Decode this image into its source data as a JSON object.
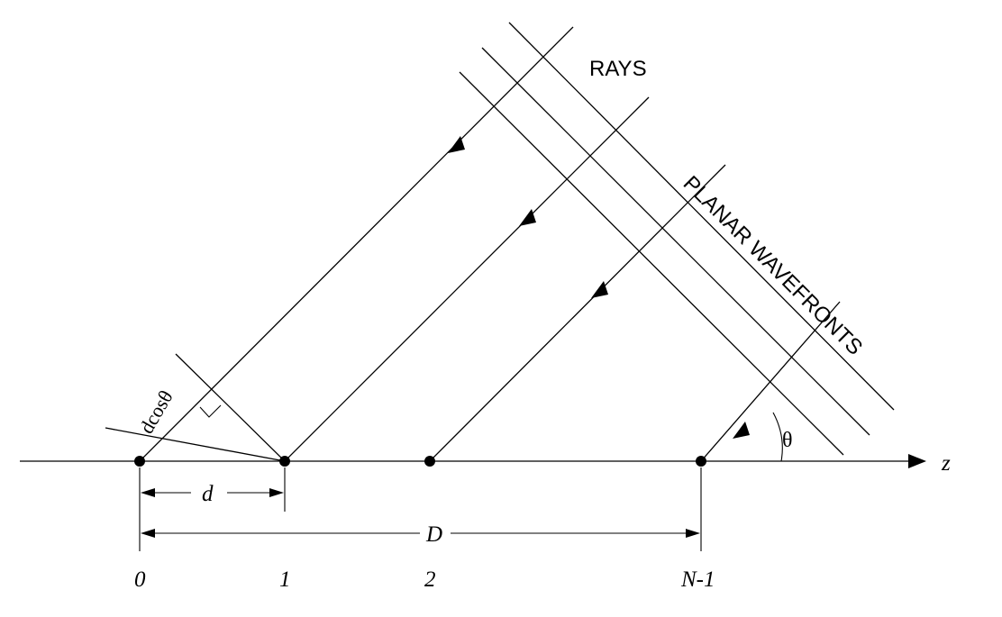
{
  "labels": {
    "rays": "RAYS",
    "wavefronts": "PLANAR WAVEFRONTS",
    "axis": "z",
    "angle": "θ",
    "spacing": "d",
    "aperture": "D",
    "path_difference": "dcosθ"
  },
  "elements": [
    {
      "index_label": "0"
    },
    {
      "index_label": "1"
    },
    {
      "index_label": "2"
    },
    {
      "index_label": "N-1"
    }
  ]
}
